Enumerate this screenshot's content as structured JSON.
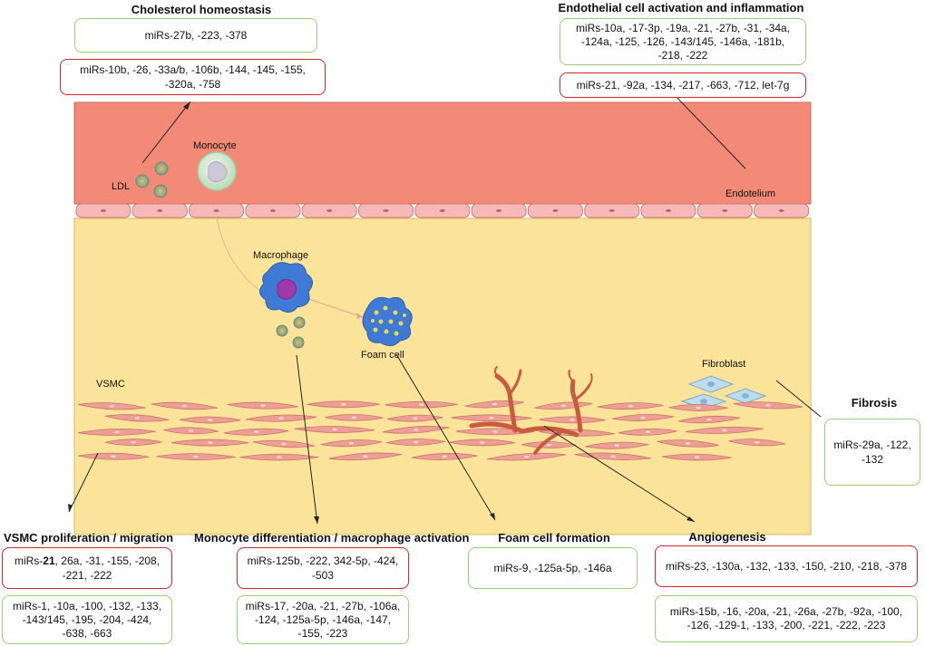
{
  "labels": {
    "ldl": "LDL",
    "monocyte": "Monocyte",
    "macrophage": "Macrophage",
    "foam_cell": "Foam cell",
    "vsmc": "VSMC",
    "fibroblast": "Fibroblast",
    "endotelium": "Endotelium"
  },
  "sections": {
    "cholesterol": {
      "title": "Cholesterol homeostasis",
      "green": "miRs-27b, -223, -378",
      "red": "miRs-10b, -26, -33a/b, -106b, -144, -145, -155, -320a, -758"
    },
    "endothelial": {
      "title": "Endothelial cell activation and inflammation",
      "green": "miRs-10a, -17-3p, -19a, -21, -27b, -31, -34a, -124a, -125, -126, -143/145, -146a, -181b, -218, -222",
      "red": "miRs-21, -92a, -134, -217, -663, -712, let-7g"
    },
    "fibrosis": {
      "title": "Fibrosis",
      "green": "miRs-29a, -122, -132"
    },
    "vsmc": {
      "title": "VSMC proliferation / migration",
      "red_prefix": "miRs-",
      "red_bold": "21",
      "red_rest": ", 26a, -31, -155, -208, -221, -222",
      "green": "miRs-1, -10a, -100, -132, -133, -143/145, -195, -204, -424, -638, -663"
    },
    "monocyte": {
      "title": "Monocyte differentiation / macrophage activation",
      "red": "miRs-125b, -222, 342-5p, -424, -503",
      "green": "miRs-17, -20a, -21, -27b, -106a, -124, -125a-5p, -146a, -147, -155, -223"
    },
    "foam": {
      "title": "Foam cell formation",
      "green": "miRs-9, -125a-5p, -146a"
    },
    "angiogenesis": {
      "title": "Angiogenesis",
      "red": "miRs-23, -130a, -132, -133, -150, -210, -218, -378",
      "green": "miRs-15b, -16, -20a, -21, -26a, -27b, -92a, -100, -126, -129-1, -133, -200, -221, -222, -223"
    }
  },
  "colors": {
    "lumen": "#f28a77",
    "intima": "#fbe39a",
    "endothelial_cell": "#f6b9b8",
    "smc": "#ee9f95",
    "red_border": "#d9232e",
    "green_border": "#9ccc7a"
  }
}
